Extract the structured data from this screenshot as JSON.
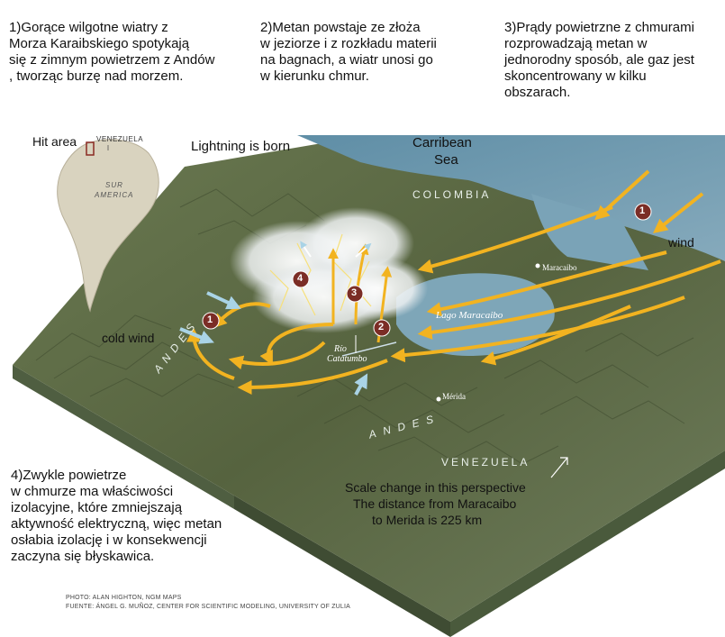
{
  "captions": {
    "c1": "1)Gorące wilgotne wiatry z\n   Morza Karaibskiego spotykają\n   się z zimnym powietrzem z Andów\n,  tworząc burzę nad morzem.",
    "c2": "2)Metan powstaje ze złoża\n   w jeziorze i z rozkładu materii\n   na bagnach, a wiatr unosi go\n   w kierunku chmur.",
    "c3": "3)Prądy powietrzne z chmurami\n   rozprowadzają metan w\n   jednorodny sposób, ale gaz jest\n   skoncentrowany w kilku\n   obszarach.",
    "c4": "4)Zwykle powietrze\n   w chmurze ma właściwości\n   izolacyjne, które zmniejszają\n   aktywność elektryczną, więc metan\n   osłabia izolację i w konsekwencji\n   zaczyna się błyskawica."
  },
  "inset": {
    "hit_area": "Hit area",
    "venezuela": "VENEZUELA",
    "sur": "SUR",
    "america": "AMERICA"
  },
  "labels": {
    "lightning": "Lightning is born",
    "carribean_line1": "Carribean",
    "carribean_line2": "Sea",
    "colombia": "COLOMBIA",
    "venezuela": "VENEZUELA",
    "andes_left": "ANDES",
    "andes_right": "ANDES",
    "maracaibo": "Maracaibo",
    "lago": "Lago Maracaibo",
    "rio_line1": "Río",
    "rio_line2": "Catatumbo",
    "merida": "Mérida",
    "wind": "wind",
    "cold_wind": "cold wind",
    "scale_line1": "Scale change in this perspective",
    "scale_line2": "The distance from Maracaibo",
    "scale_line3": "to Merida is 225 km"
  },
  "markers": [
    "1",
    "1",
    "2",
    "3",
    "4"
  ],
  "credits": {
    "photo": "PHOTO: ALAN HIGHTON, NGM MAPS",
    "source": "FUENTE: ÁNGEL G. MUÑOZ, CENTER FOR SCIENTIFIC MODELING, UNIVERSITY OF ZULIA"
  },
  "colors": {
    "arrow": "#f2b320",
    "marker": "#7b2d26",
    "sea": "#6f98ad",
    "land": "#5f6e4a",
    "cold_arrow": "#a9d3e6"
  }
}
